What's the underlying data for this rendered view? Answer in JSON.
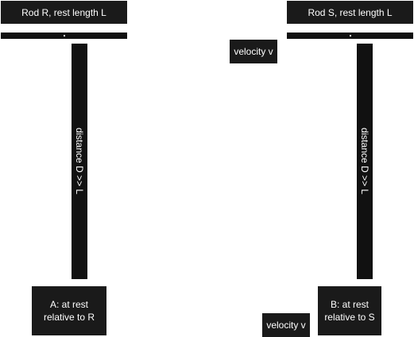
{
  "rod_r": {
    "title": "Rod R, rest length L",
    "distance_label": "distance D >> L"
  },
  "rod_s": {
    "title": "Rod S, rest length L",
    "distance_label": "distance D >> L"
  },
  "velocity_top": "velocity v",
  "velocity_bottom": "velocity v",
  "observer_a": "A:  at rest\nrelative to R",
  "observer_b": "B:  at rest\nrelative to S"
}
